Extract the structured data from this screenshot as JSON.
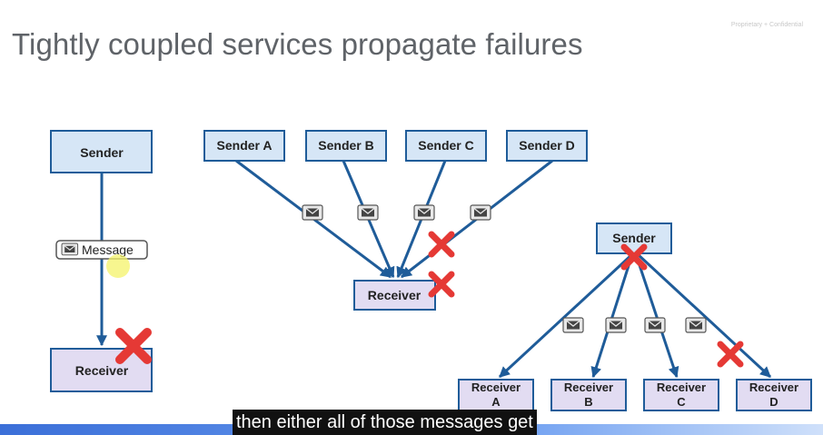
{
  "slide": {
    "title": "Tightly coupled services propagate failures",
    "confidential_label": "Proprietary + Confidential"
  },
  "left_diagram": {
    "sender": "Sender",
    "message": "Message",
    "receiver": "Receiver"
  },
  "middle_diagram": {
    "senders": [
      "Sender A",
      "Sender B",
      "Sender C",
      "Sender D"
    ],
    "receiver": "Receiver"
  },
  "right_diagram": {
    "sender": "Sender",
    "receivers": [
      {
        "line1": "Receiver",
        "line2": "A"
      },
      {
        "line1": "Receiver",
        "line2": "B"
      },
      {
        "line1": "Receiver",
        "line2": "C"
      },
      {
        "line1": "Receiver",
        "line2": "D"
      }
    ]
  },
  "subtitle": "then either all of those messages get",
  "colors": {
    "sender_fill": "#d6e6f6",
    "receiver_fill": "#e2dcf2",
    "arrow": "#1f5c99",
    "failure_x": "#e53935",
    "title": "#5f6368"
  }
}
